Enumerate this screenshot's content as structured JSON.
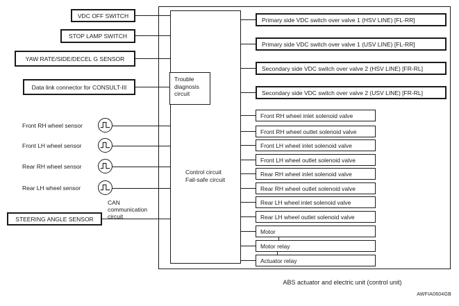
{
  "caption": "ABS actuator and electric unit (control unit)",
  "figure_code": "AWFIA0604GB",
  "colors": {
    "line": "#1a1a1a",
    "background": "#ffffff"
  },
  "left_inputs": [
    "VDC OFF SWITCH",
    "STOP LAMP SWITCH",
    "YAW RATE/SIDE/DECEL G SENSOR",
    "Data link connector for CONSULT-III"
  ],
  "steering_sensor_label": "STEERING ANGLE SENSOR",
  "wheel_sensors": [
    {
      "label": "Front RH wheel sensor",
      "icon": "pulse-waveform"
    },
    {
      "label": "Front LH wheel sensor",
      "icon": "pulse-waveform"
    },
    {
      "label": "Rear RH wheel sensor",
      "icon": "pulse-waveform"
    },
    {
      "label": "Rear LH wheel sensor",
      "icon": "pulse-waveform"
    }
  ],
  "can_circuit_label": "CAN\ncommunication\ncircuit",
  "control_unit": {
    "trouble_diagnosis_label": "Trouble\ndiagnosis\ncircuit",
    "control_failsafe_label": "Control circuit\nFail-safe circuit"
  },
  "vdc_valve_outputs": [
    "Primary side VDC switch over valve 1 (HSV LINE) [FL-RR]",
    "Primary side VDC switch over valve 1 (USV LINE) [FL-RR]",
    "Secondary side VDC switch over valve 2 (HSV LINE) [FR-RL]",
    "Secondary side VDC switch over valve 2 (USV LINE) [FR-RL]"
  ],
  "solenoid_outputs": [
    "Front RH wheel inlet solenoid valve",
    "Front RH wheel outlet solenoid valve",
    "Front LH wheel inlet solenoid valve",
    "Front LH wheel outlet solenoid valve",
    "Rear RH wheel inlet solenoid valve",
    "Rear RH wheel outlet solenoid valve",
    "Rear LH wheel inlet solenoid valve",
    "Rear LH wheel outlet solenoid valve",
    "Motor",
    "Motor relay",
    "Actuator relay"
  ]
}
